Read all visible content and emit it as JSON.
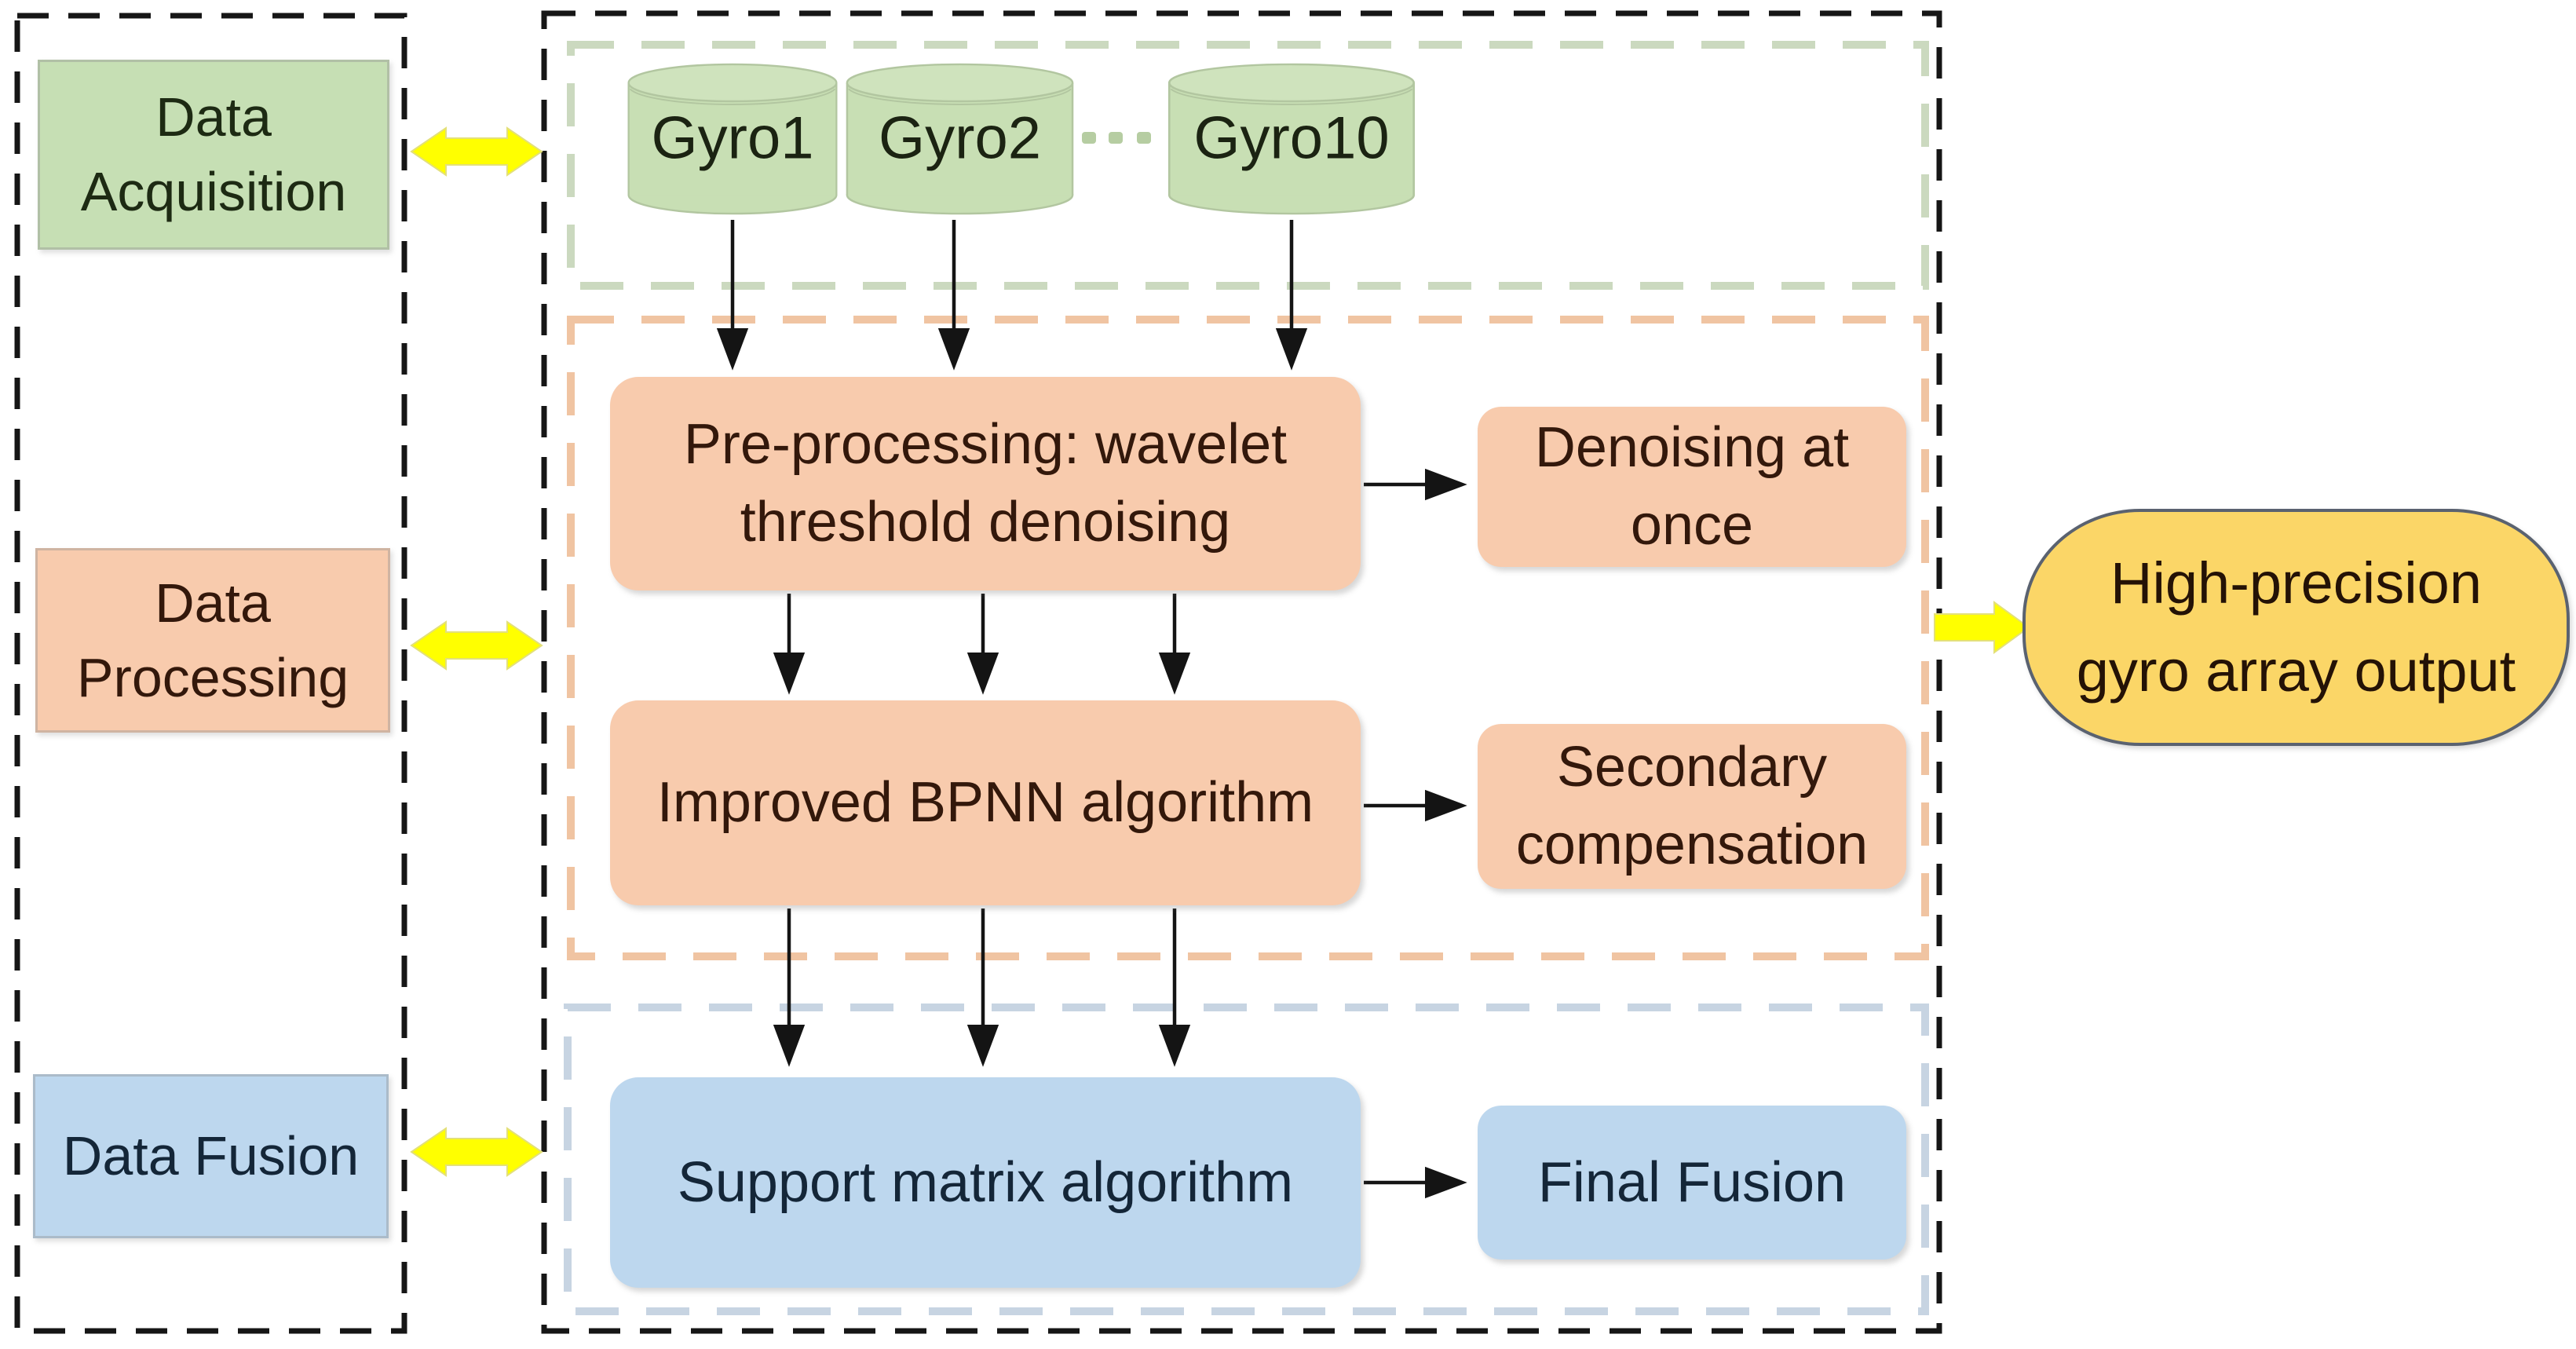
{
  "stages": {
    "acquisition": {
      "line1": "Data",
      "line2": "Acquisition"
    },
    "processing": {
      "line1": "Data",
      "line2": "Processing"
    },
    "fusion": {
      "line1": "Data Fusion"
    }
  },
  "gyros": {
    "g1": "Gyro1",
    "g2": "Gyro2",
    "g10": "Gyro10"
  },
  "nodes": {
    "preprocessing": {
      "line1": "Pre-processing: wavelet",
      "line2": "threshold denoising"
    },
    "denoising": {
      "line1": "Denoising at",
      "line2": "once"
    },
    "bpnn": {
      "line1": "Improved BPNN algorithm"
    },
    "secondary": {
      "line1": "Secondary",
      "line2": "compensation"
    },
    "support": {
      "line1": "Support matrix algorithm"
    },
    "final": {
      "line1": "Final Fusion"
    }
  },
  "output": {
    "line1": "High-precision",
    "line2": "gyro array output"
  },
  "colors": {
    "stage_acquisition_fill": "#c6dfb4",
    "stage_processing_fill": "#f8cbad",
    "stage_fusion_fill": "#bdd7ee",
    "cylinder_fill": "#c8dfb4",
    "output_fill": "#fbd667",
    "connector_yellow": "#ffff00",
    "dash_black": "#161616",
    "dash_green": "#cbd9bf",
    "dash_orange": "#f0c4a2",
    "dash_blue": "#c7d4e2"
  }
}
